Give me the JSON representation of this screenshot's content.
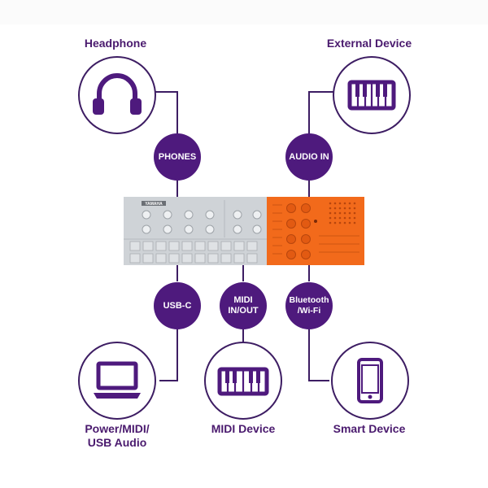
{
  "devices": {
    "headphone": {
      "label": "Headphone",
      "icon": "headphone-icon"
    },
    "external": {
      "label": "External Device",
      "icon": "keyboard-icon"
    },
    "laptop": {
      "label_line1": "Power/MIDI/",
      "label_line2": "USB Audio",
      "icon": "laptop-icon"
    },
    "midi": {
      "label": "MIDI Device",
      "icon": "keyboard-icon"
    },
    "smart": {
      "label": "Smart Device",
      "icon": "smartphone-icon"
    }
  },
  "ports": {
    "phones": "PHONES",
    "audio_in": "AUDIO IN",
    "usbc": "USB-C",
    "midi_line1": "MIDI",
    "midi_line2": "IN/OUT",
    "bt_line1": "Bluetooth",
    "bt_line2": "/Wi-Fi"
  },
  "synth": {
    "brand": "YAMAHA"
  },
  "colors": {
    "purple": "#4e1a7d",
    "dark_line": "#3d1d63",
    "orange": "#f26a1b",
    "panel_grey": "#cfd3d7"
  }
}
